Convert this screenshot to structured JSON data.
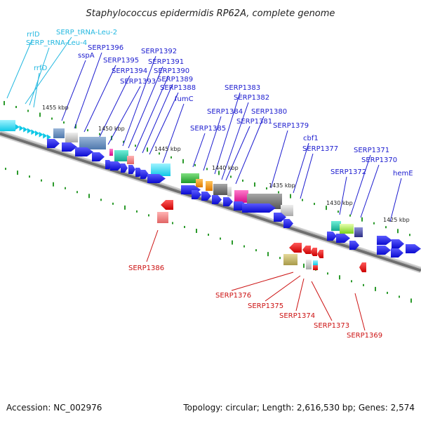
{
  "title": "Staphylococcus epidermidis RP62A, complete genome",
  "footer": {
    "accession": "Accession: NC_002976",
    "stats": "Topology: circular; Length: 2,616,530 bp; Genes: 2,574"
  },
  "colors": {
    "forward_label": "#1b1bcf",
    "reverse_label": "#cc1111",
    "rna_label": "#22b8e0",
    "cds": "#1e1ee0",
    "tick": "#2b9a2b",
    "backbone": "#777777"
  },
  "kbp_labels": [
    "1455 kbp",
    "1450 kbp",
    "1445 kbp",
    "1440 kbp",
    "1435 kbp",
    "1430 kbp",
    "1425 kbp"
  ],
  "forward_labels": [
    "sspA",
    "SERP1396",
    "SERP1395",
    "SERP1394",
    "SERP1393",
    "SERP1392",
    "SERP1391",
    "SERP1390",
    "SERP1389",
    "SERP1388",
    "fumC",
    "SERP1383",
    "SERP1382",
    "SERP1384",
    "SERP1380",
    "SERP1381",
    "SERP1385",
    "SERP1379",
    "cbf1",
    "SERP1377",
    "SERP1371",
    "SERP1370",
    "SERP1372",
    "hemE"
  ],
  "rna_labels": [
    "rrlD",
    "SERP_tRNA-Leu-2",
    "SERP_tRNA-Leu-4",
    "rrfD"
  ],
  "reverse_labels": [
    "SERP1386",
    "SERP1376",
    "SERP1375",
    "SERP1374",
    "SERP1373",
    "SERP1369"
  ]
}
